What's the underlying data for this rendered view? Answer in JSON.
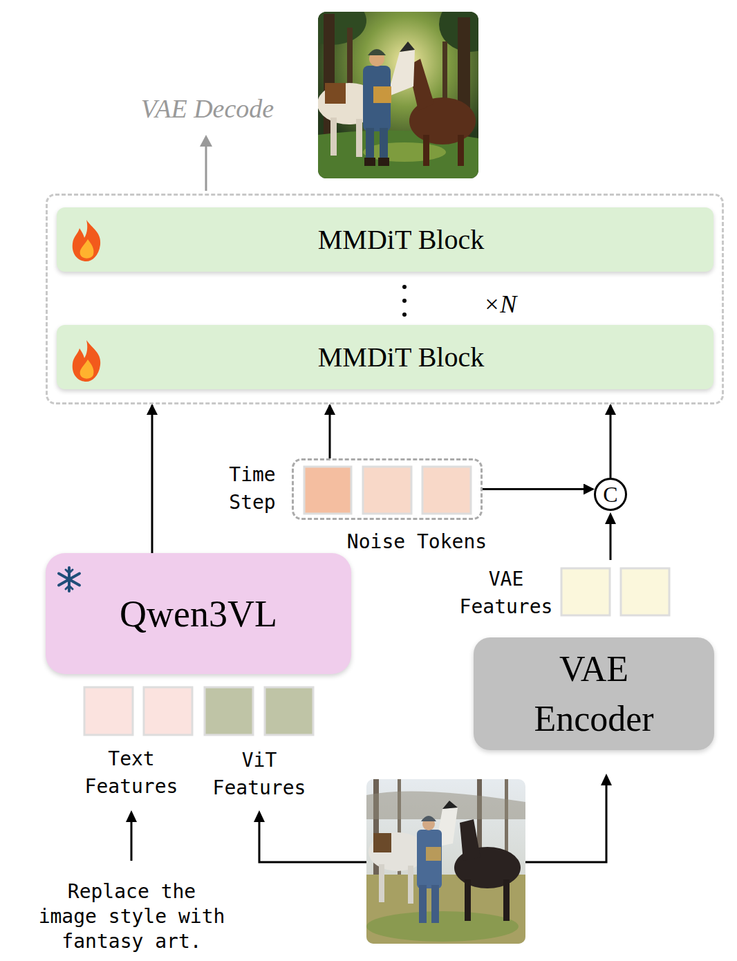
{
  "diagram": {
    "nodes": [
      {
        "text": [
          "×N"
        ]
      },
      {
        "text": [
          "MMDiT Block"
        ],
        "in": 0
      },
      {
        "text": [
          "MMDiT Block"
        ],
        "in": 0
      },
      {
        "text": [
          "Noise Tokens"
        ]
      },
      {
        "text": [
          "C"
        ]
      },
      {
        "text": [
          "Qwen3VL"
        ]
      },
      {
        "text": [
          "VAE Encoder"
        ]
      }
    ],
    "edges": [
      {
        "from": 5,
        "to": 0,
        "arrow": "to"
      },
      {
        "from": 3,
        "to": 0,
        "arrow": "to"
      },
      {
        "from": 3,
        "to": 4,
        "arrow": "to"
      },
      {
        "from": 4,
        "to": 0,
        "arrow": "to"
      }
    ],
    "labels": [
      "VAE Decode",
      "Time Step",
      "VAE Features",
      "Text Features",
      "ViT Features",
      "Replace the image style with fantasy art."
    ]
  }
}
